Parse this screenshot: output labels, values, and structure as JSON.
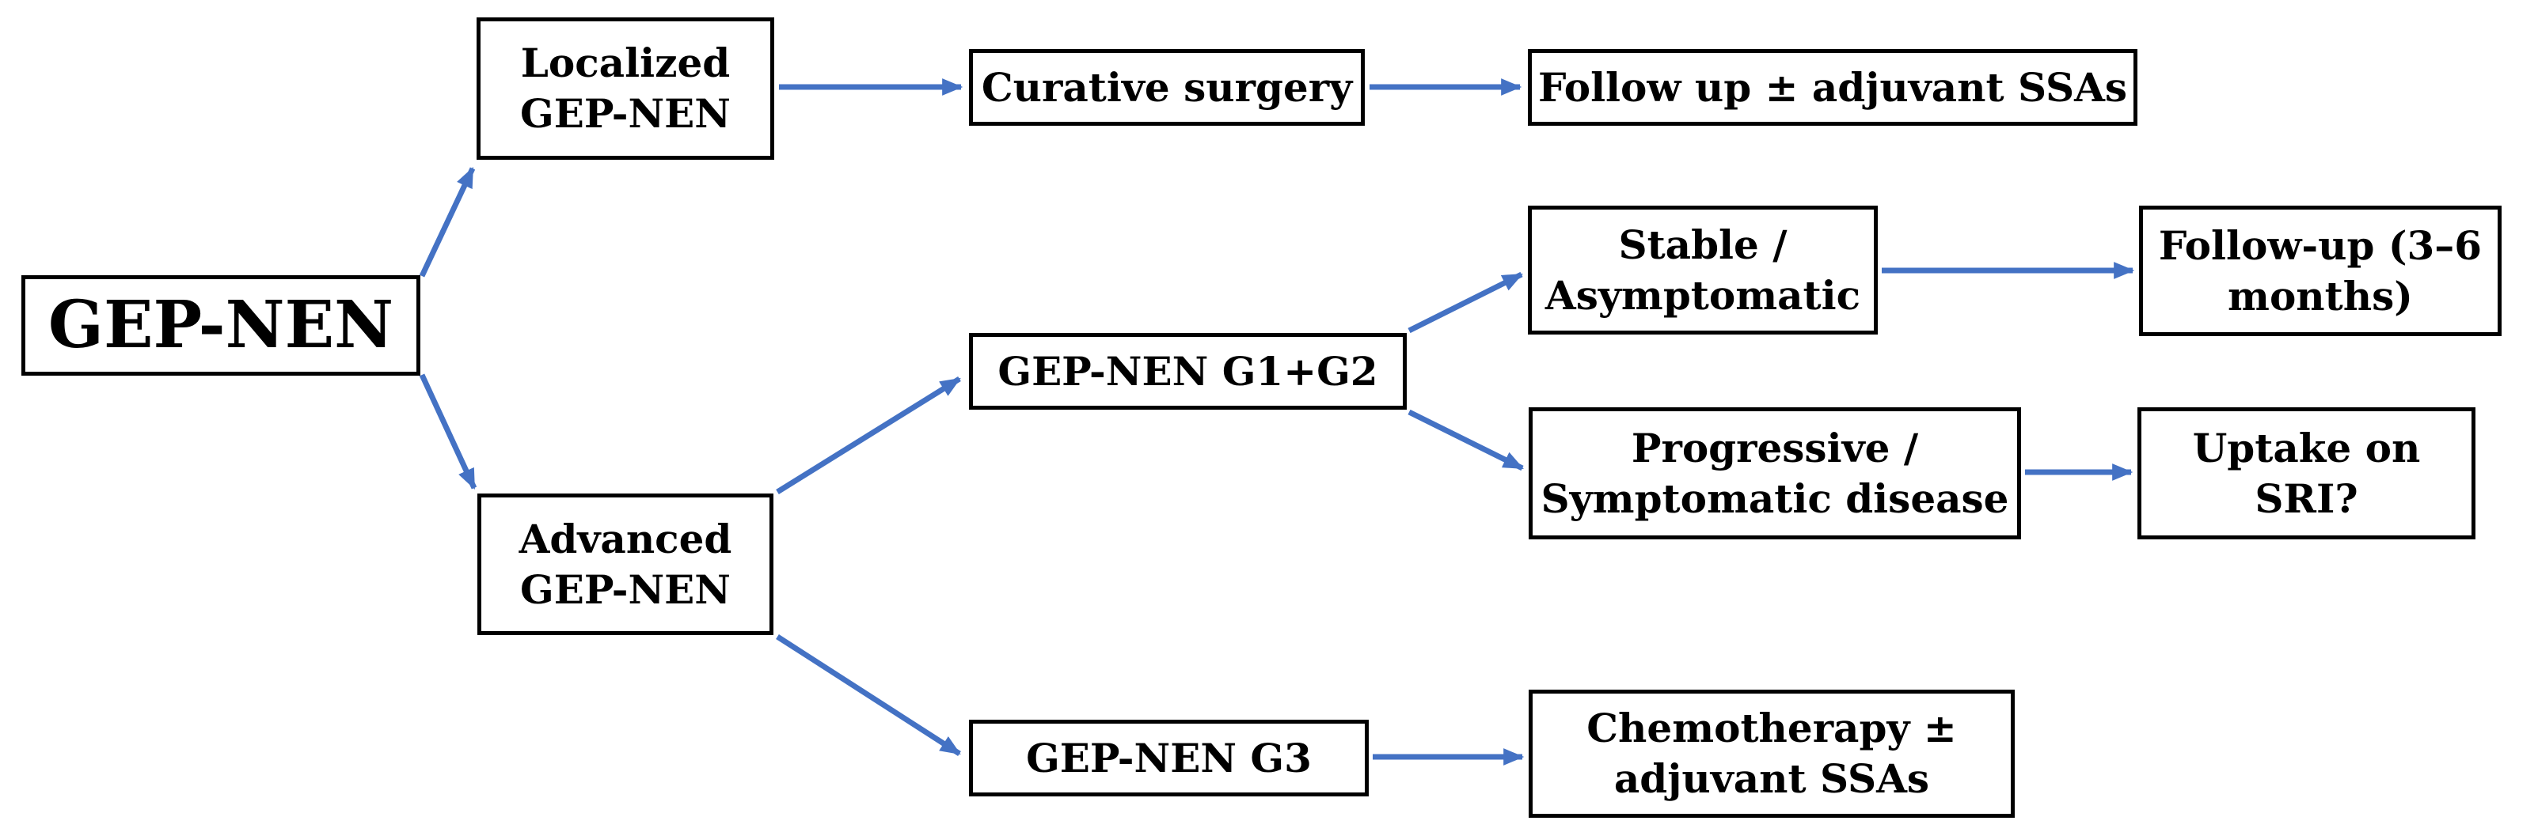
{
  "diagram": {
    "background_color": "#FFFFFF",
    "box_border_color": "#000000",
    "text_color": "#000000",
    "arrow_color": "#4472C4",
    "nodes": {
      "gep_nen": {
        "label": "GEP-NEN"
      },
      "localized": {
        "label": "Localized\nGEP-NEN"
      },
      "curative_surgery": {
        "label": "Curative surgery"
      },
      "followup_ssas": {
        "label": "Follow up ± adjuvant SSAs"
      },
      "advanced": {
        "label": "Advanced\nGEP-NEN"
      },
      "g1_g2": {
        "label": "GEP-NEN G1+G2"
      },
      "stable": {
        "label": "Stable /\nAsymptomatic"
      },
      "followup_3_6": {
        "label": "Follow-up (3–6\nmonths)"
      },
      "progressive": {
        "label": "Progressive /\nSymptomatic disease"
      },
      "uptake_sri": {
        "label": "Uptake on\nSRI?"
      },
      "g3": {
        "label": "GEP-NEN G3"
      },
      "chemotherapy": {
        "label": "Chemotherapy ±\nadjuvant SSAs"
      }
    },
    "edges": [
      {
        "from": "gep_nen",
        "to": "localized"
      },
      {
        "from": "gep_nen",
        "to": "advanced"
      },
      {
        "from": "localized",
        "to": "curative_surgery"
      },
      {
        "from": "curative_surgery",
        "to": "followup_ssas"
      },
      {
        "from": "advanced",
        "to": "g1_g2"
      },
      {
        "from": "advanced",
        "to": "g3"
      },
      {
        "from": "g1_g2",
        "to": "stable"
      },
      {
        "from": "g1_g2",
        "to": "progressive"
      },
      {
        "from": "stable",
        "to": "followup_3_6"
      },
      {
        "from": "progressive",
        "to": "uptake_sri"
      },
      {
        "from": "g3",
        "to": "chemotherapy"
      }
    ]
  }
}
